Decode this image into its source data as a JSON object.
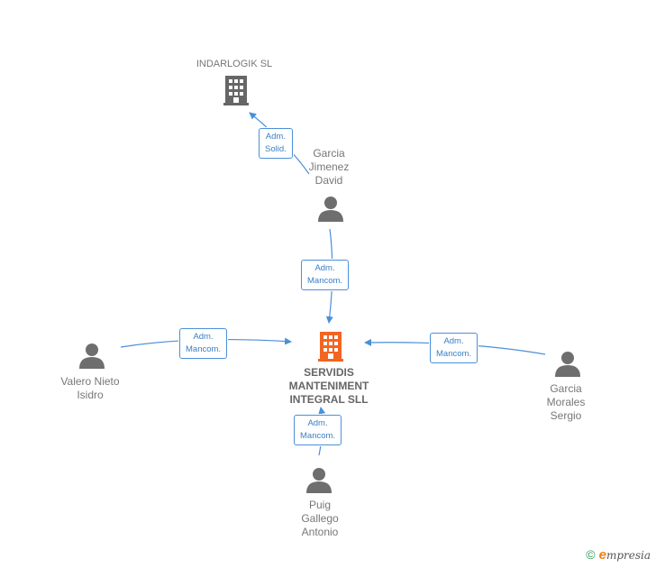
{
  "center": {
    "label": "SERVIDIS\nMANTENIMENT\nINTEGRAL SLL",
    "icon": "building-icon",
    "color": "#f26522"
  },
  "company": {
    "label": "INDARLOGIK SL",
    "icon": "building-icon",
    "color": "#666666"
  },
  "people": [
    {
      "id": "garcia-jimenez",
      "label": "Garcia\nJimenez\nDavid",
      "icon": "person-icon"
    },
    {
      "id": "valero-nieto",
      "label": "Valero Nieto\nIsidro",
      "icon": "person-icon"
    },
    {
      "id": "garcia-morales",
      "label": "Garcia\nMorales\nSergio",
      "icon": "person-icon"
    },
    {
      "id": "puig-gallego",
      "label": "Puig\nGallego\nAntonio",
      "icon": "person-icon"
    }
  ],
  "edges": [
    {
      "id": "e-company",
      "line1": "Adm.",
      "line2": "Solid."
    },
    {
      "id": "e-jimenez",
      "line1": "Adm.",
      "line2": "Mancom."
    },
    {
      "id": "e-valero",
      "line1": "Adm.",
      "line2": "Mancom."
    },
    {
      "id": "e-morales",
      "line1": "Adm.",
      "line2": "Mancom."
    },
    {
      "id": "e-puig",
      "line1": "Adm.",
      "line2": "Mancom."
    }
  ],
  "footer": {
    "copyright": "©",
    "brand_first": "e",
    "brand_rest": "mpresia"
  },
  "colors": {
    "edge": "#4a90d9",
    "person": "#6e6e6e"
  }
}
